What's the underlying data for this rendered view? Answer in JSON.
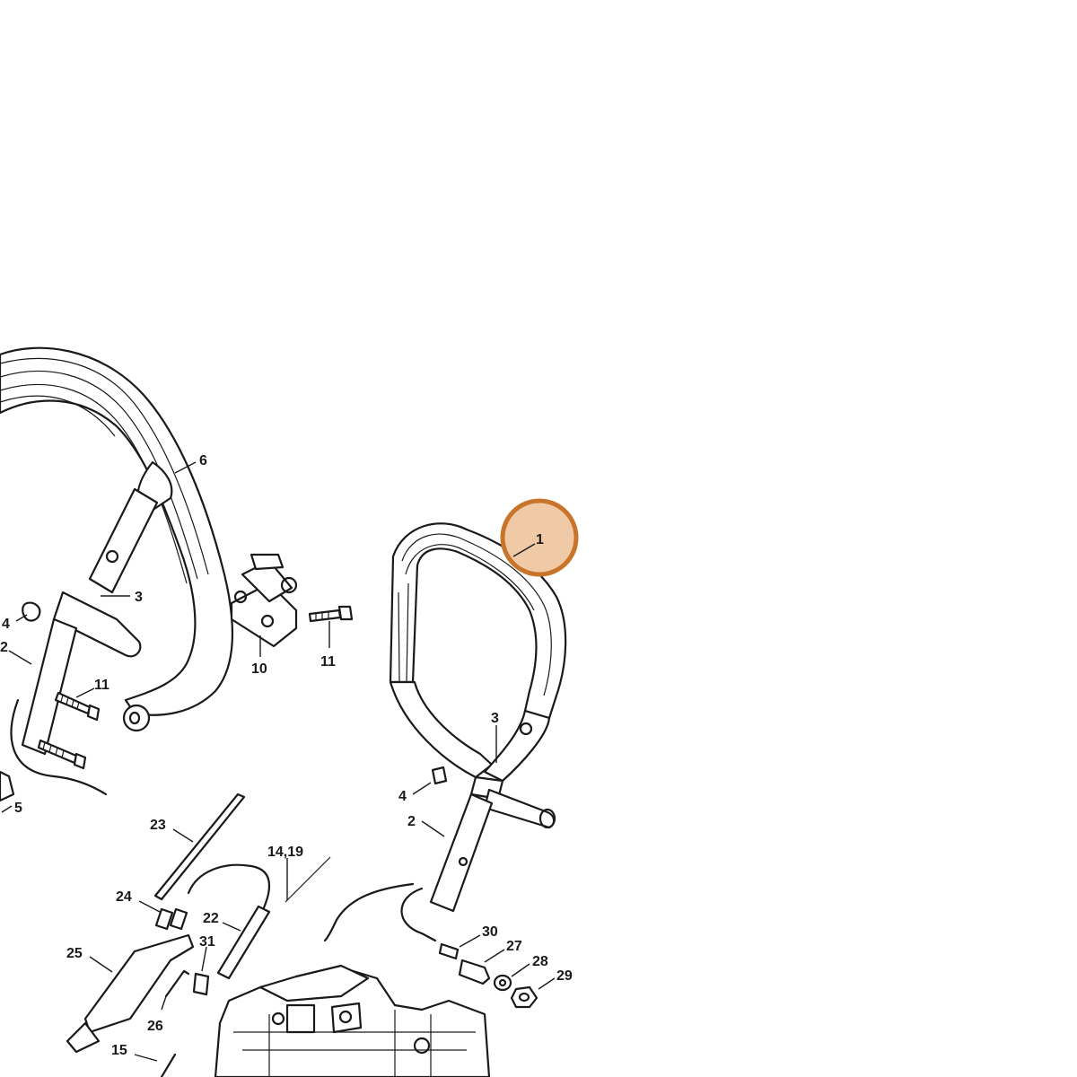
{
  "highlight": {
    "label": "1",
    "color": "#c8742a",
    "fill": "#f0c9a6"
  },
  "parts": [
    {
      "id": "lbl-6",
      "text": "6"
    },
    {
      "id": "lbl-3a",
      "text": "3"
    },
    {
      "id": "lbl-4a",
      "text": "4"
    },
    {
      "id": "lbl-2a",
      "text": "2"
    },
    {
      "id": "lbl-11a",
      "text": "11"
    },
    {
      "id": "lbl-5",
      "text": "5"
    },
    {
      "id": "lbl-10",
      "text": "10"
    },
    {
      "id": "lbl-11b",
      "text": "11"
    },
    {
      "id": "lbl-3b",
      "text": "3"
    },
    {
      "id": "lbl-4b",
      "text": "4"
    },
    {
      "id": "lbl-2b",
      "text": "2"
    },
    {
      "id": "lbl-23",
      "text": "23"
    },
    {
      "id": "lbl-14-19",
      "text": "14,19"
    },
    {
      "id": "lbl-24",
      "text": "24"
    },
    {
      "id": "lbl-22",
      "text": "22"
    },
    {
      "id": "lbl-31",
      "text": "31"
    },
    {
      "id": "lbl-25",
      "text": "25"
    },
    {
      "id": "lbl-26",
      "text": "26"
    },
    {
      "id": "lbl-15",
      "text": "15"
    },
    {
      "id": "lbl-30",
      "text": "30"
    },
    {
      "id": "lbl-27",
      "text": "27"
    },
    {
      "id": "lbl-28",
      "text": "28"
    },
    {
      "id": "lbl-29",
      "text": "29"
    }
  ]
}
